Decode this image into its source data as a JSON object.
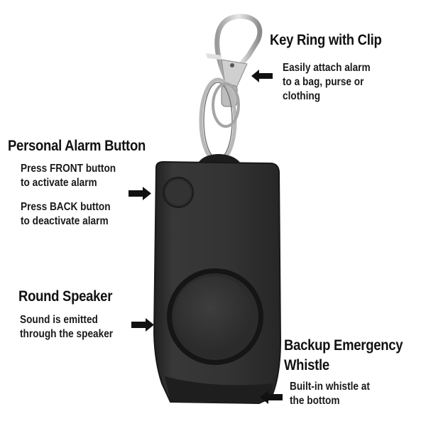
{
  "callouts": {
    "key_ring": {
      "title": "Key Ring with Clip",
      "lines": [
        "Easily attach alarm",
        "to a bag, purse or",
        "clothing"
      ]
    },
    "alarm_button": {
      "title": "Personal Alarm Button",
      "lines": [
        "Press FRONT button",
        "to activate alarm",
        "Press BACK button",
        "to deactivate alarm"
      ]
    },
    "speaker": {
      "title": "Round Speaker",
      "lines": [
        "Sound is emitted",
        "through the speaker"
      ]
    },
    "whistle": {
      "title_line1": "Backup Emergency",
      "title_line2": "Whistle",
      "lines": [
        "Built-in whistle at",
        "the bottom"
      ]
    }
  },
  "icons": {
    "arrow_key_ring": "arrow-left",
    "arrow_alarm_button": "arrow-right",
    "arrow_speaker": "arrow-right",
    "arrow_whistle": "arrow-left"
  },
  "colors": {
    "device_body": "#2e2e2e",
    "device_edge": "#1a1a1a",
    "text": "#111111",
    "metal": "#c8c8c8"
  }
}
